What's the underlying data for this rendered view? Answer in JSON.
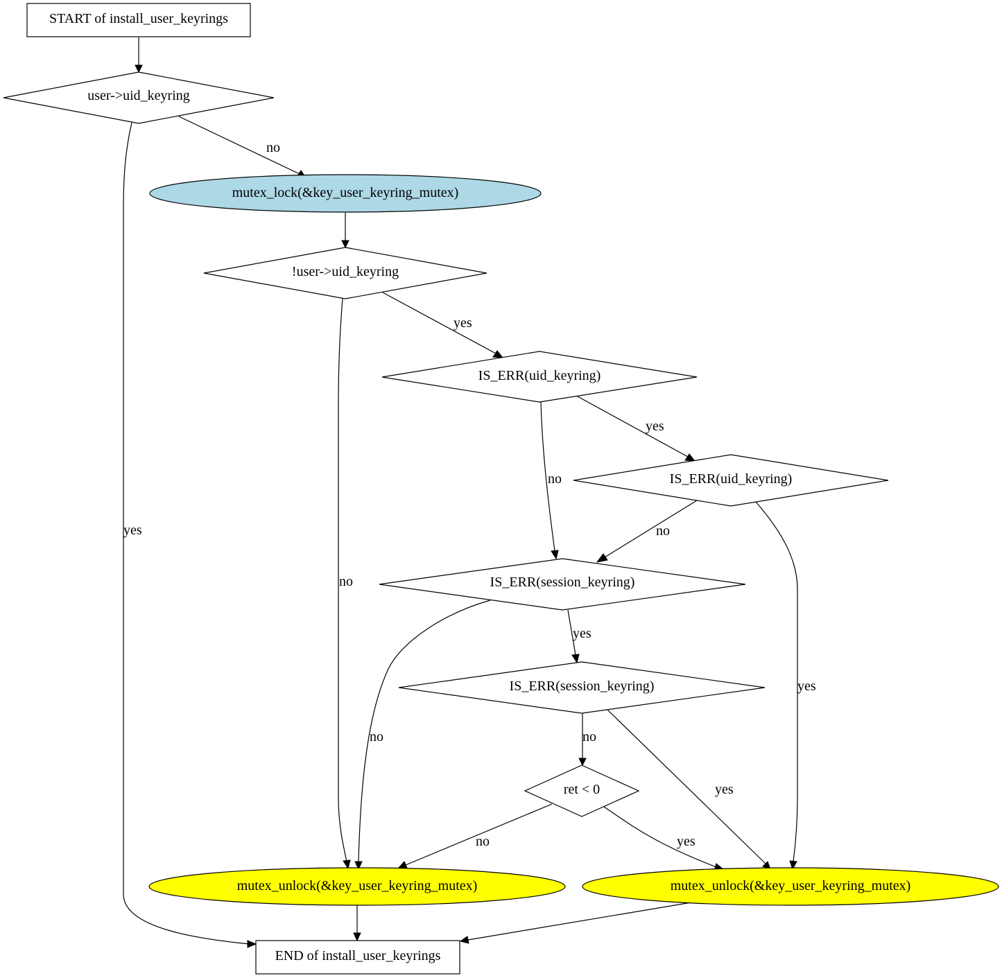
{
  "diagram": {
    "nodes": {
      "start": {
        "label": "START of install_user_keyrings",
        "shape": "box"
      },
      "d_uid_keyring": {
        "label": "user->uid_keyring",
        "shape": "diamond"
      },
      "mutex_lock": {
        "label": "mutex_lock(&key_user_keyring_mutex)",
        "shape": "ellipse",
        "fill": "#add8e6"
      },
      "d_not_uid_keyring": {
        "label": "!user->uid_keyring",
        "shape": "diamond"
      },
      "d_is_err_uid_1": {
        "label": "IS_ERR(uid_keyring)",
        "shape": "diamond"
      },
      "d_is_err_uid_2": {
        "label": "IS_ERR(uid_keyring)",
        "shape": "diamond"
      },
      "d_is_err_session_1": {
        "label": "IS_ERR(session_keyring)",
        "shape": "diamond"
      },
      "d_is_err_session_2": {
        "label": "IS_ERR(session_keyring)",
        "shape": "diamond"
      },
      "d_ret": {
        "label": "ret < 0",
        "shape": "diamond"
      },
      "unlock_left": {
        "label": "mutex_unlock(&key_user_keyring_mutex)",
        "shape": "ellipse",
        "fill": "#ffff00"
      },
      "unlock_right": {
        "label": "mutex_unlock(&key_user_keyring_mutex)",
        "shape": "ellipse",
        "fill": "#ffff00"
      },
      "end": {
        "label": "END of install_user_keyrings",
        "shape": "box"
      }
    },
    "edges": [
      {
        "id": "e1",
        "from": "start",
        "to": "d_uid_keyring",
        "label": ""
      },
      {
        "id": "e2",
        "from": "d_uid_keyring",
        "to": "mutex_lock",
        "label": "no"
      },
      {
        "id": "e3",
        "from": "d_uid_keyring",
        "to": "end",
        "label": "yes"
      },
      {
        "id": "e4",
        "from": "mutex_lock",
        "to": "d_not_uid_keyring",
        "label": ""
      },
      {
        "id": "e5",
        "from": "d_not_uid_keyring",
        "to": "d_is_err_uid_1",
        "label": "yes"
      },
      {
        "id": "e6",
        "from": "d_not_uid_keyring",
        "to": "unlock_left",
        "label": "no"
      },
      {
        "id": "e7",
        "from": "d_is_err_uid_1",
        "to": "d_is_err_uid_2",
        "label": "yes"
      },
      {
        "id": "e8",
        "from": "d_is_err_uid_1",
        "to": "d_is_err_session_1",
        "label": "no"
      },
      {
        "id": "e9",
        "from": "d_is_err_uid_2",
        "to": "d_is_err_session_1",
        "label": "no"
      },
      {
        "id": "e10",
        "from": "d_is_err_uid_2",
        "to": "unlock_right",
        "label": "yes"
      },
      {
        "id": "e11",
        "from": "d_is_err_session_1",
        "to": "d_is_err_session_2",
        "label": "yes"
      },
      {
        "id": "e12",
        "from": "d_is_err_session_1",
        "to": "unlock_left",
        "label": "no"
      },
      {
        "id": "e13",
        "from": "d_is_err_session_2",
        "to": "d_ret",
        "label": "no"
      },
      {
        "id": "e14",
        "from": "d_is_err_session_2",
        "to": "unlock_right",
        "label": "yes"
      },
      {
        "id": "e15",
        "from": "d_ret",
        "to": "unlock_left",
        "label": "no"
      },
      {
        "id": "e16",
        "from": "d_ret",
        "to": "unlock_right",
        "label": "yes"
      },
      {
        "id": "e17",
        "from": "unlock_left",
        "to": "end",
        "label": ""
      },
      {
        "id": "e18",
        "from": "unlock_right",
        "to": "end",
        "label": ""
      }
    ]
  }
}
